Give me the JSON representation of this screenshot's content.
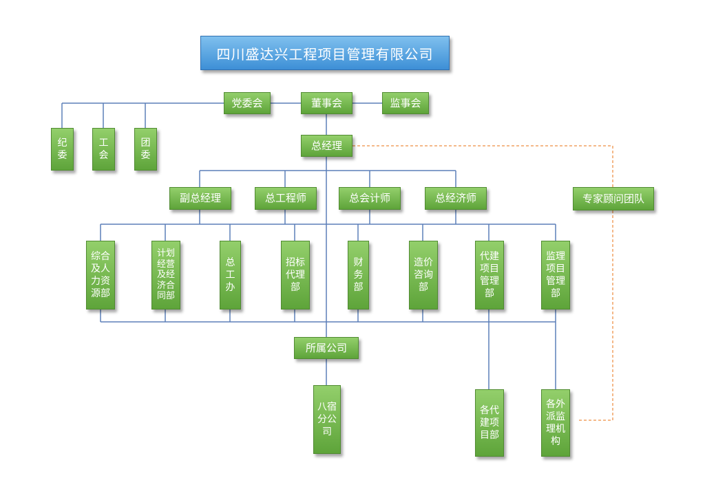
{
  "title": "四川盛达兴工程项目管理有限公司",
  "top_row": {
    "party_committee": "党委会",
    "board": "董事会",
    "supervisory": "监事会"
  },
  "left_units": {
    "discipline": [
      "纪",
      "委"
    ],
    "union": [
      "工",
      "会"
    ],
    "youth": [
      "团",
      "委"
    ]
  },
  "general_manager": "总经理",
  "executives": {
    "deputy_gm": "副总经理",
    "chief_engineer": "总工程师",
    "chief_accountant": "总会计师",
    "chief_economist": "总经济师"
  },
  "expert_team": "专家顾问团队",
  "departments": {
    "hr": [
      "综合",
      "及人",
      "力资",
      "源部"
    ],
    "planning": [
      "计划",
      "经营",
      "及经",
      "济合",
      "同部"
    ],
    "chief_office": [
      "总",
      "工",
      "办"
    ],
    "tender": [
      "招标",
      "代理",
      "部"
    ],
    "finance": [
      "财",
      "务",
      "部"
    ],
    "cost": [
      "造价",
      "咨询",
      "部"
    ],
    "agency_construction": [
      "代建",
      "项目",
      "管理",
      "部"
    ],
    "supervision": [
      "监理",
      "项目",
      "管理",
      "部"
    ]
  },
  "subsidiary": "所属公司",
  "bottom_units": {
    "bamu_branch": [
      "八宿",
      "分公",
      "司"
    ],
    "agency_projects": [
      "各代",
      "建项",
      "目部"
    ],
    "external_supervision": [
      "各外",
      "派监",
      "理机",
      "构"
    ]
  }
}
